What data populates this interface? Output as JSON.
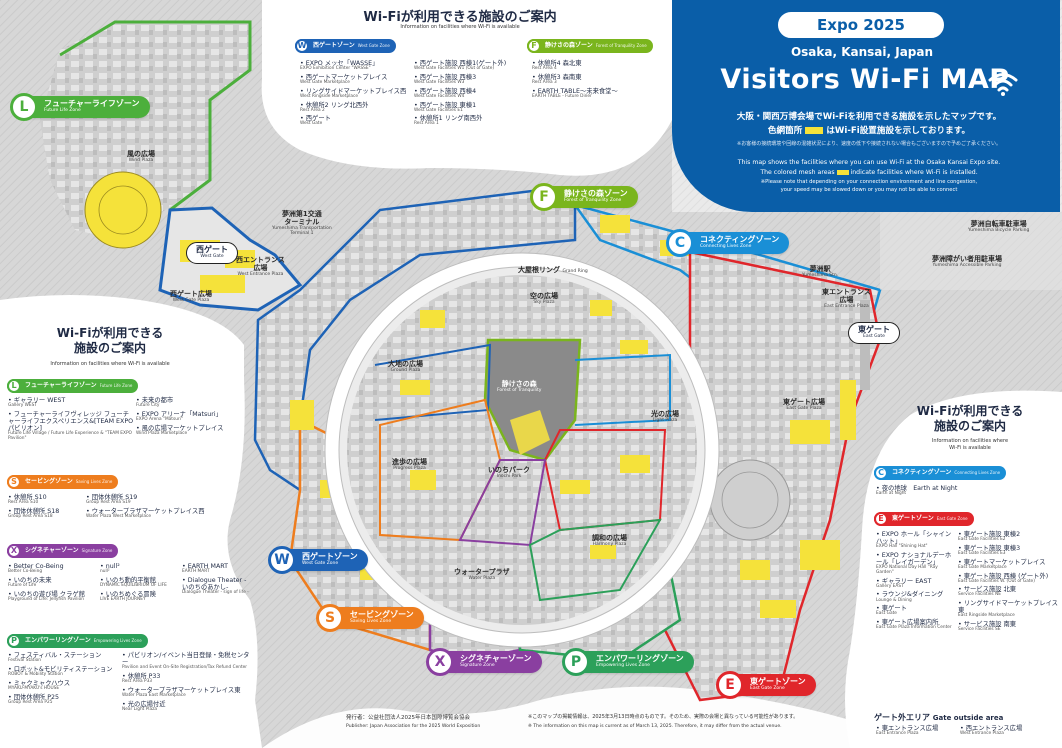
{
  "colors": {
    "blue": "#0a5ea8",
    "west": "#1e63b6",
    "forest": "#7ab51d",
    "future": "#4caf3c",
    "connect": "#1a8fd6",
    "saving": "#ee7d1e",
    "signature": "#8a3fa0",
    "empower": "#2ca05a",
    "east": "#e0262b",
    "mesh": "#f5e23a"
  },
  "header": {
    "expo": "Expo 2025",
    "city": "Osaka, Kansai, Japan",
    "title": "Visitors Wi-Fi MAP",
    "jp1": "大阪・関西万博会場でWi-Fiを利用できる施設を示したマップです。",
    "jp2a": "色網箇所",
    "jp2b": "はWi-Fi設置施設を示しております。",
    "jp_note": "※お客様の接続環境や回線の混雑状況により、速度の低下や接続されない場合もございますので予めご了承ください。",
    "en1": "This map shows the facilities where you can use Wi-Fi at the Osaka Kansai Expo site.",
    "en2a": "The colored mesh areas",
    "en2b": "indicate facilities where Wi-Fi is installed.",
    "en_note1": "※Please note that depending on your connection environment and line congestion,",
    "en_note2": "your speed may be slowed down or you may not be able to connect"
  },
  "top_panel": {
    "title": "Wi-Fiが利用できる施設のご案内",
    "sub": "Information on facilities where Wi-Fi is available",
    "w_pill": "西ゲートゾーン",
    "w_pill_en": "West Gate Zone",
    "f_pill": "静けさの森ゾーン",
    "f_pill_en": "Forest of Tranquility Zone",
    "col1": [
      {
        "jp": "EXPO メッセ「WASSE」",
        "en": "EXPO Exhibition Center \"WASSE\""
      },
      {
        "jp": "西ゲートマーケットプレイス",
        "en": "West Gate Marketplace"
      },
      {
        "jp": "リングサイドマーケットプレイス西",
        "en": "West Ringside Marketplace"
      },
      {
        "jp": "休憩所2 リング北西外",
        "en": "Rest Area 2"
      },
      {
        "jp": "西ゲート",
        "en": "West Gate"
      }
    ],
    "col2": [
      {
        "jp": "西ゲート施設 西棟1(ゲート外)",
        "en": "West Gate Facilities W1 (Out of Gate)"
      },
      {
        "jp": "西ゲート施設 西棟3",
        "en": "West Gate Facilities W3"
      },
      {
        "jp": "西ゲート施設 西棟4",
        "en": "West Gate Facilities W4"
      },
      {
        "jp": "西ゲート施設 東棟1",
        "en": "West Gate Facilities E1"
      },
      {
        "jp": "休憩所1 リング南西外",
        "en": "Rest Area 1"
      }
    ],
    "col3": [
      {
        "jp": "休憩所4 森北東",
        "en": "Rest Area 4"
      },
      {
        "jp": "休憩所3 森南東",
        "en": "Rest Area 3"
      },
      {
        "jp": "EARTH TABLE〜未来食堂〜",
        "en": "EARTH TABLE - Future Diner"
      }
    ]
  },
  "left_panel": {
    "title1": "Wi-Fiが利用できる",
    "title2": "施設のご案内",
    "sub": "Information on facilities where Wi-Fi is available",
    "l_pill": "フューチャーライフゾーン",
    "l_pill_en": "Future Life Zone",
    "l_col1": [
      {
        "jp": "ギャラリー WEST",
        "en": "Gallery WEST"
      },
      {
        "jp": "フューチャーライフヴィレッジ フューチャーライフエクスペリエンス&[TEAM EXPOパビリオン]",
        "en": "Future Life Village / Future Life Experience & \"TEAM EXPO Pavilion\""
      }
    ],
    "l_col2": [
      {
        "jp": "未来の都市",
        "en": "Future City"
      },
      {
        "jp": "EXPO アリーナ「Matsuri」",
        "en": "EXPO Arena \"Matsuri\""
      },
      {
        "jp": "風の広場マーケットプレイス",
        "en": "Wind Plaza Marketplace"
      }
    ],
    "s_pill": "セービングゾーン",
    "s_pill_en": "Saving Lives Zone",
    "s_col1": [
      {
        "jp": "休憩所 S10",
        "en": "Rest Area S10"
      },
      {
        "jp": "団体休憩所 S18",
        "en": "Group Rest Area S18"
      }
    ],
    "s_col2": [
      {
        "jp": "団体休憩所 S19",
        "en": "Group Rest Area S19"
      },
      {
        "jp": "ウォータープラザマーケットプレイス西",
        "en": "Water Plaza West Marketplace"
      }
    ],
    "x_pill": "シグネチャーゾーン",
    "x_pill_en": "Signature Zone",
    "x_col1": [
      {
        "jp": "Better Co-Being",
        "en": "Better Co-Being"
      },
      {
        "jp": "いのちの未来",
        "en": "Future of Life"
      },
      {
        "jp": "いのちの遊び場 クラゲ館",
        "en": "Playground of Life: Jellyfish Pavilion"
      }
    ],
    "x_col2": [
      {
        "jp": "null²",
        "en": "null²"
      },
      {
        "jp": "いのち動的平衡館",
        "en": "DYNAMIC EQUILIBRIUM OF LIFE"
      },
      {
        "jp": "いのちめぐる冒険",
        "en": "LIVE EARTH JOURNEY"
      }
    ],
    "x_col3": [
      {
        "jp": "EARTH MART",
        "en": "EARTH MART"
      },
      {
        "jp": "Dialogue Theater -いのちのあかし-",
        "en": "Dialogue Theater - sign of life -"
      }
    ],
    "p_pill": "エンパワーリングゾーン",
    "p_pill_en": "Empowering Lives Zone",
    "p_col1": [
      {
        "jp": "フェスティバル・ステーション",
        "en": "Festival Station"
      },
      {
        "jp": "ロボット&モビリティステーション",
        "en": "ROBOT & Mobility Station"
      },
      {
        "jp": "ミャクミャクハウス",
        "en": "MYAKU-MYAKU's HOUSE"
      },
      {
        "jp": "団体休憩所 P25",
        "en": "Group Rest Area P25"
      }
    ],
    "p_col2": [
      {
        "jp": "パビリオン/イベント当日登録・免税センター",
        "en": "Pavilion and Event On-Site Registration/Tax Refund Center"
      },
      {
        "jp": "休憩所 P33",
        "en": "Rest Area P33"
      },
      {
        "jp": "ウォータープラザマーケットプレイス東",
        "en": "Water Plaza East Marketplace"
      },
      {
        "jp": "光の広場付近",
        "en": "Near Light Plaza"
      }
    ]
  },
  "right_panel": {
    "title1": "Wi-Fiが利用できる",
    "title2": "施設のご案内",
    "sub1": "Information on facilities where",
    "sub2": "Wi-Fi is available",
    "c_pill": "コネクティングゾーン",
    "c_pill_en": "Connecting Lives Zone",
    "c_item_jp": "夜の地球　Earth at Night",
    "c_item_en": "Earth at Night",
    "e_pill": "東ゲートゾーン",
    "e_pill_en": "East Gate Zone",
    "e_col1": [
      {
        "jp": "EXPO ホール「シャインハット」",
        "en": "EXPO Hall \"Shining Hat\""
      },
      {
        "jp": "EXPO ナショナルデーホール「レイガーデン」",
        "en": "EXPO National Day Hall \"Ray Garden\""
      },
      {
        "jp": "ギャラリー EAST",
        "en": "Gallery EAST"
      },
      {
        "jp": "ラウンジ&ダイニング",
        "en": "Lounge & Dining"
      },
      {
        "jp": "東ゲート",
        "en": "East Gate"
      },
      {
        "jp": "東ゲート広場案内所",
        "en": "East Gate Plaza Information Center"
      }
    ],
    "e_col2": [
      {
        "jp": "東ゲート施設 東棟2",
        "en": "East Gate Facilities E2"
      },
      {
        "jp": "東ゲート施設 東棟3",
        "en": "East Gate Facilities E3"
      },
      {
        "jp": "東ゲートマーケットプレイス",
        "en": "East Gate Marketplace"
      },
      {
        "jp": "東ゲート施設 西棟 (ゲート外)",
        "en": "East Gate Facilities W. (Out of Gate)"
      },
      {
        "jp": "サービス施設 北東",
        "en": "Service Facilities NE"
      },
      {
        "jp": "リングサイドマーケットプレイス東",
        "en": "East Ringside Marketplace"
      },
      {
        "jp": "サービス施設 南東",
        "en": "Service Facilities SE"
      }
    ],
    "outside_title": "ゲート外エリア",
    "outside_title_en": "Gate outside area",
    "outside_1_jp": "東エントランス広場",
    "outside_1_en": "East Entrance Plaza",
    "outside_2_jp": "西エントランス広場",
    "outside_2_en": "West Entrance Plaza"
  },
  "map_labels": {
    "wind_plaza": "風の広場",
    "wind_plaza_en": "Wind Plaza",
    "west_gate": "西ゲート",
    "west_gate_en": "West Gate",
    "west_entrance": "西エントランス\n広場",
    "west_entrance_en": "West Entrance Plaza",
    "west_gate_plaza": "西ゲート広場",
    "west_gate_plaza_en": "West Gate Plaza",
    "terminal": "夢洲第1交通\nターミナル",
    "terminal_en": "Yumeshima Transportation\nTerminal 1",
    "grand_ring": "大屋根リング",
    "grand_ring_en": "Grand Ring",
    "sky_plaza": "空の広場",
    "sky_plaza_en": "Sky Plaza",
    "ground_plaza": "大地の広場",
    "ground_plaza_en": "Ground Plaza",
    "forest": "静けさの森",
    "forest_en": "Forest of Tranquility",
    "light_plaza": "光の広場",
    "light_plaza_en": "Light Plaza",
    "progress_plaza": "進歩の広場",
    "progress_plaza_en": "Progress Plaza",
    "inochi_park": "いのちパーク",
    "inochi_park_en": "Inochi Park",
    "harmony_plaza": "調和の広場",
    "harmony_plaza_en": "Harmony Plaza",
    "water_plaza": "ウォータープラザ",
    "water_plaza_en": "Water Plaza",
    "bicycle": "夢洲自転車駐車場",
    "bicycle_en": "Yumeshima Bicycle Parking",
    "accessible": "夢洲障がい者用駐車場",
    "accessible_en": "Yumeshima Accessible Parking",
    "yumeshima_stn": "夢洲駅",
    "yumeshima_stn_en": "Yumeshima Stn.",
    "east_entrance": "東エントランス\n広場",
    "east_entrance_en": "East Entrance Plaza",
    "east_gate": "東ゲート",
    "east_gate_en": "East Gate",
    "east_gate_plaza": "東ゲート広場",
    "east_gate_plaza_en": "East Gate Plaza"
  },
  "zones": {
    "L": {
      "letter": "L",
      "jp": "フューチャーライフゾーン",
      "en": "Future Life Zone"
    },
    "F": {
      "letter": "F",
      "jp": "静けさの森ゾーン",
      "en": "Forest of Tranquility Zone"
    },
    "C": {
      "letter": "C",
      "jp": "コネクティングゾーン",
      "en": "Connecting Lives Zone"
    },
    "W": {
      "letter": "W",
      "jp": "西ゲートゾーン",
      "en": "West Gate Zone"
    },
    "S": {
      "letter": "S",
      "jp": "セービングゾーン",
      "en": "Saving Lives Zone"
    },
    "X": {
      "letter": "X",
      "jp": "シグネチャーゾーン",
      "en": "Signature Zone"
    },
    "P": {
      "letter": "P",
      "jp": "エンパワーリングゾーン",
      "en": "Empowering Lives Zone"
    },
    "E": {
      "letter": "E",
      "jp": "東ゲートゾーン",
      "en": "East Gate Zone"
    }
  },
  "footer": {
    "publisher_jp": "発行者：公益社団法人2025年日本国際博覧会協会",
    "publisher_en": "Publisher: Japan Association for the 2025 World Exposition",
    "note_jp": "※このマップの掲載情報は、2025年3月13日時点のものです。そのため、実際の会場と異なっている可能性があります。",
    "note_en": "※ The information on this map is current as of March 13, 2025. Therefore, it may differ from the actual venue."
  }
}
